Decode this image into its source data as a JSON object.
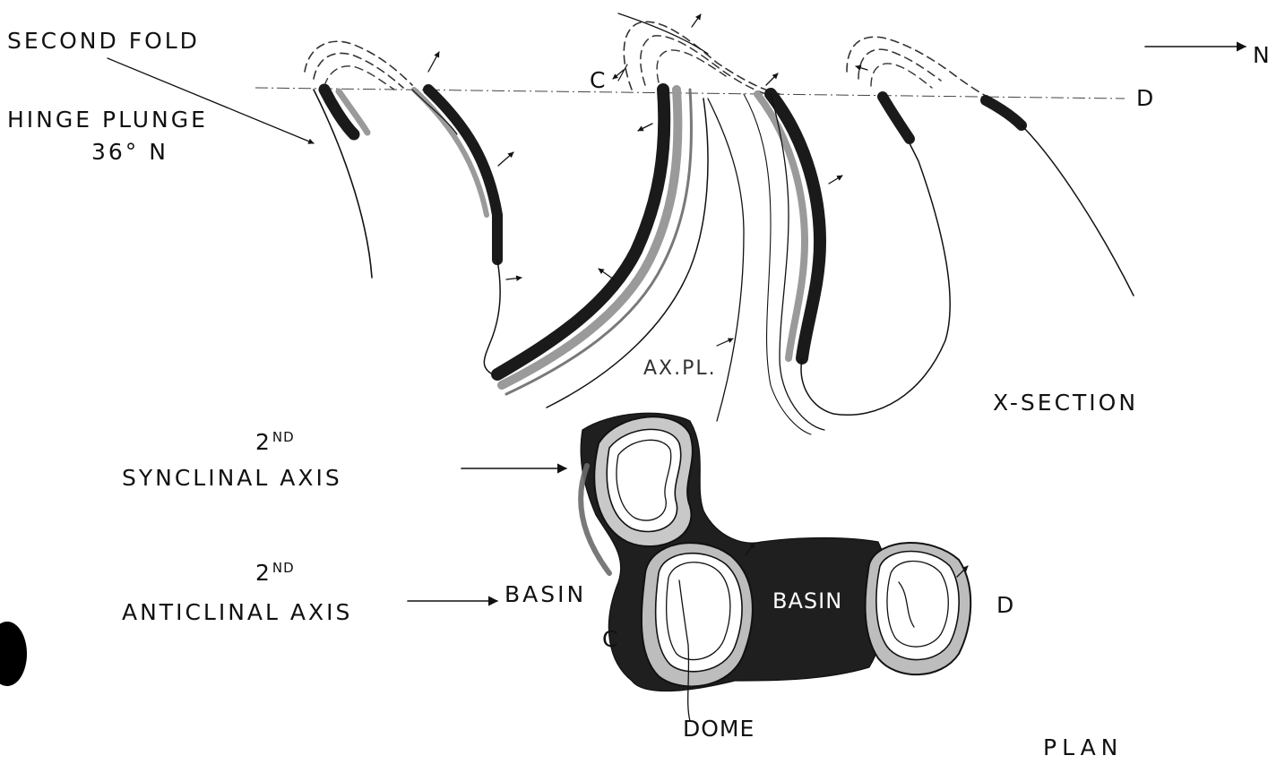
{
  "labels": {
    "second_fold": "SECOND FOLD",
    "hinge_plunge": "HINGE PLUNGE",
    "plunge_value": "36° N",
    "north_arrow": "N",
    "section_c": "C",
    "section_d": "D",
    "axial_plane": "AX.PL.",
    "x_section": "X-SECTION",
    "syncline_ordinal": "2",
    "syncline_sup": "ND",
    "syncline_axis": "SYNCLINAL AXIS",
    "anticline_ordinal": "2",
    "anticline_sup": "ND",
    "anticline_axis": "ANTICLINAL AXIS",
    "basin_left": "BASIN",
    "basin_center": "BASIN",
    "plan_c": "C",
    "plan_d": "D",
    "dome": "DOME",
    "plan": "PLAN"
  },
  "colors": {
    "ink": "#111111",
    "shading_dark": "#1a1a1a",
    "shading_mid": "#6a6a6a",
    "shading_light": "#9a9a9a",
    "paper": "#ffffff"
  }
}
